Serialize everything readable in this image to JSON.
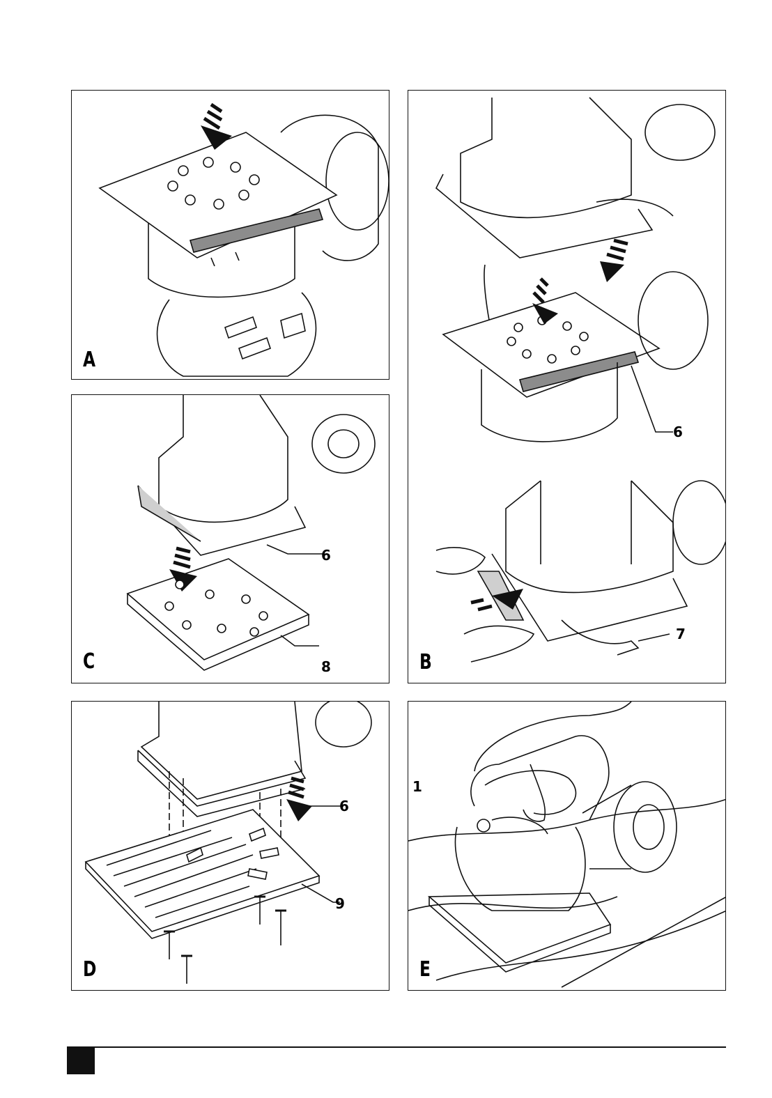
{
  "panels": {
    "a": {
      "letter": "A",
      "callouts": []
    },
    "b": {
      "letter": "B",
      "callouts": [
        "6",
        "7"
      ]
    },
    "c": {
      "letter": "C",
      "callouts": [
        "6",
        "8"
      ]
    },
    "d": {
      "letter": "D",
      "callouts": [
        "6",
        "9"
      ]
    },
    "e": {
      "letter": "E",
      "callouts": [
        "1"
      ]
    }
  },
  "colors": {
    "ink": "#111111",
    "pad_grey": "#8c8c8c",
    "paper": "#ffffff"
  }
}
